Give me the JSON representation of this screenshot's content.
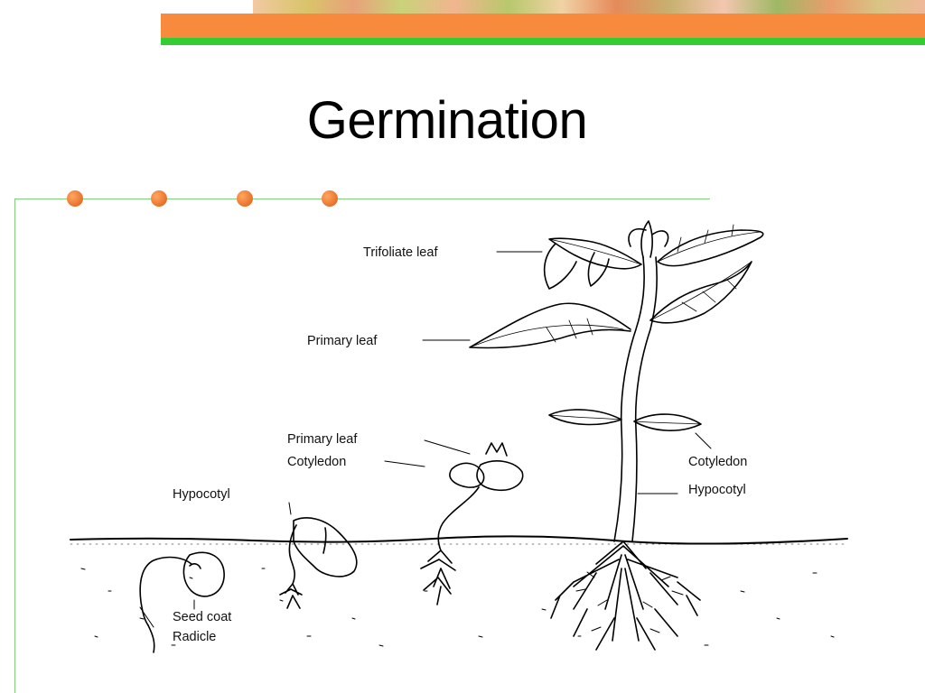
{
  "slide": {
    "title": "Germination"
  },
  "diagram": {
    "labels": {
      "trifoliate_leaf": "Trifoliate leaf",
      "primary_leaf_top": "Primary leaf",
      "primary_leaf_mid": "Primary leaf",
      "cotyledon_mid": "Cotyledon",
      "hypocotyl_left": "Hypocotyl",
      "cotyledon_right": "Cotyledon",
      "hypocotyl_right": "Hypocotyl",
      "seed_coat": "Seed coat",
      "radicle": "Radicle"
    }
  },
  "colors": {
    "banner_orange": "#f78a3c",
    "banner_green": "#33cc33",
    "bullet_orange": "#e8702a",
    "frame_green": "#7fcf7f"
  }
}
